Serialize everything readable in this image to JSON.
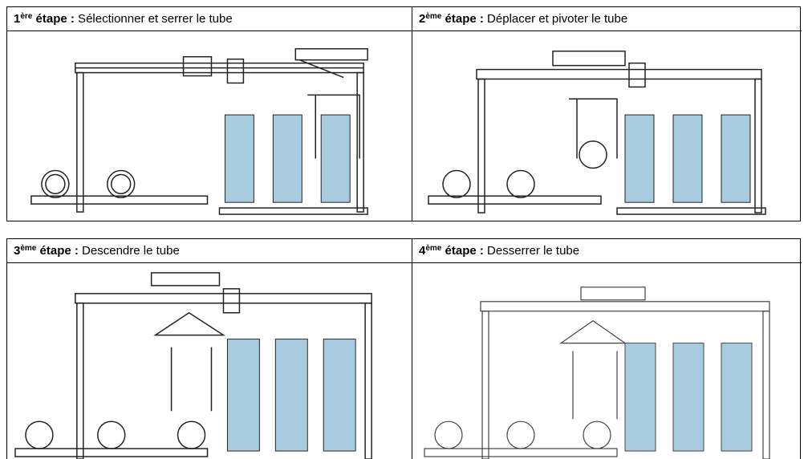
{
  "steps": [
    {
      "num": "1",
      "sup": "ère",
      "word": "étape :",
      "text": " Sélectionner et serrer le tube"
    },
    {
      "num": "2",
      "sup": "ème",
      "word": "étape :",
      "text": " Déplacer et pivoter le tube"
    },
    {
      "num": "3",
      "sup": "ème",
      "word": "étape :",
      "text": " Descendre le tube"
    },
    {
      "num": "4",
      "sup": "ème",
      "word": "étape :",
      "text": " Desserrer le tube"
    }
  ],
  "colors": {
    "stack_fill": "#a9cbe0",
    "stack_base": "#6fa3bd",
    "line": "#222222",
    "border": "#000000"
  },
  "icons": [
    "gantry-crane-icon",
    "pipe-icon",
    "pipe-stack-icon",
    "gripper-icon"
  ]
}
